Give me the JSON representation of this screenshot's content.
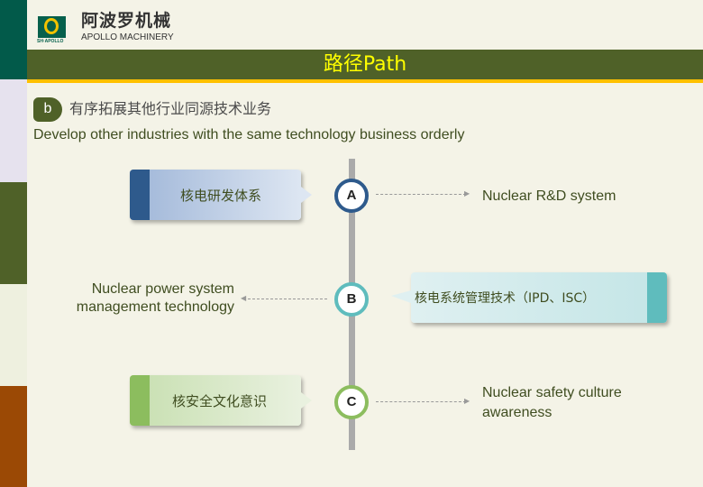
{
  "logo": {
    "brand_cn": "阿波罗机械",
    "brand_en": "APOLLO MACHINERY",
    "mark_text": "SH·APOLLO"
  },
  "header": {
    "title": "路径Path"
  },
  "section": {
    "badge": "b",
    "title_cn": "有序拓展其他行业同源技术业务",
    "title_en": "Develop other industries with the same technology business orderly"
  },
  "items": [
    {
      "node": "A",
      "cn": "核电研发体系",
      "en": "Nuclear R&D system",
      "color": "#2e5a8c"
    },
    {
      "node": "B",
      "cn": "核电系统管理技术（IPD、ISC）",
      "en": "Nuclear power system management technology",
      "color": "#5fbcbd"
    },
    {
      "node": "C",
      "cn": "核安全文化意识",
      "en": "Nuclear safety culture awareness",
      "color": "#8cbd5e"
    }
  ]
}
